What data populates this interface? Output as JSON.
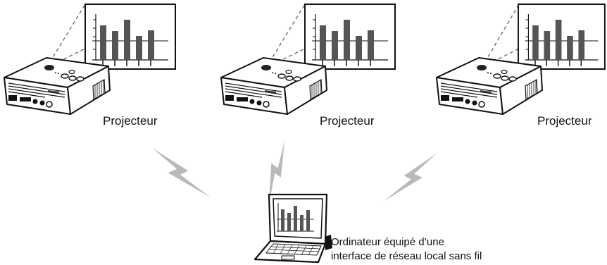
{
  "projectors": [
    {
      "label": "Projecteur"
    },
    {
      "label": "Projecteur"
    },
    {
      "label": "Projecteur"
    }
  ],
  "computer": {
    "label_line1": "Ordinateur équipé d’une",
    "label_line2": "interface de réseau local sans fil"
  },
  "icons": [
    "projector-icon",
    "projected-screen-icon",
    "wireless-signal-icon",
    "laptop-icon"
  ],
  "colors": {
    "line": "#111111",
    "bar": "#555555",
    "signal": "#b9b9b9"
  }
}
